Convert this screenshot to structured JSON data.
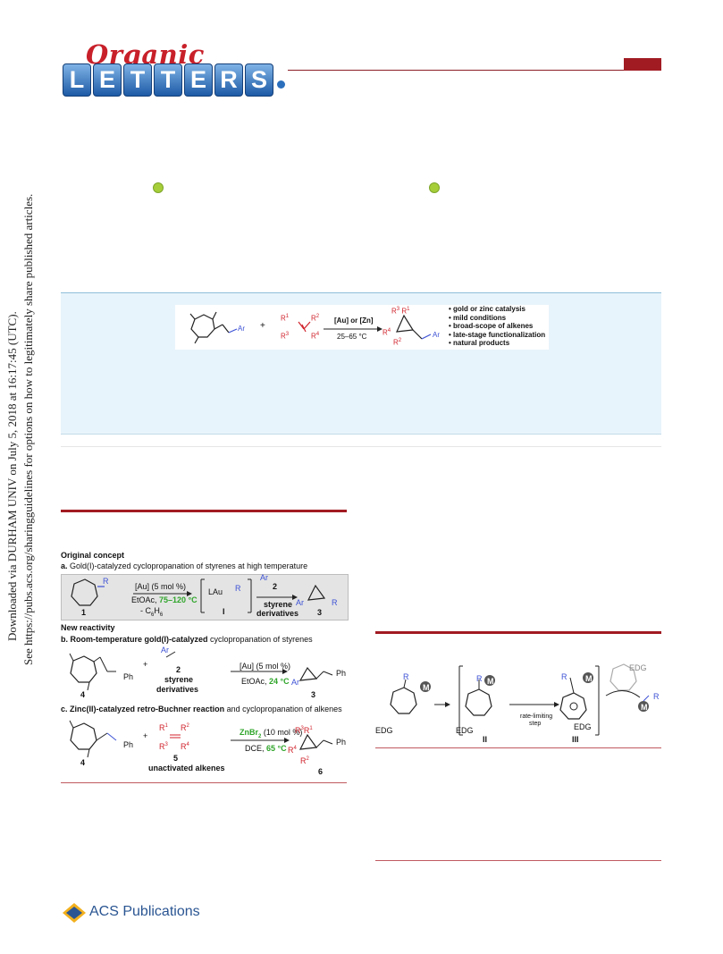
{
  "header": {
    "logo_script": "Organic",
    "logo_letters": [
      "L",
      "E",
      "T",
      "T",
      "E",
      "R",
      "S"
    ]
  },
  "sidebar": {
    "line1": "Downloaded via DURHAM UNIV on July 5, 2018 at 16:17:45 (UTC).",
    "line2": "See https://pubs.acs.org/sharingguidelines for options on how to legitimately share published articles."
  },
  "toc": {
    "conditions_top": "[Au] or [Zn]",
    "conditions_bottom": "25–65 °C",
    "plus": "+",
    "r1": "R",
    "r1s": "1",
    "r2": "R",
    "r2s": "2",
    "r3": "R",
    "r3s": "3",
    "r4": "R",
    "r4s": "4",
    "ar_reactant": "Ar",
    "ar_product": "Ar",
    "bullets": [
      "• gold or zinc catalysis",
      "• mild conditions",
      "• broad-scope of alkenes",
      "• late-stage functionalization",
      "• natural products"
    ]
  },
  "scheme1": {
    "original_concept": "Original concept",
    "a_label": "a.",
    "a_title": "Gold(I)-catalyzed cyclopropanation of styrenes at high temperature",
    "a_cat": "[Au] (5 mol %)",
    "a_solvent": "EtOAc,",
    "a_temp": "75–120 °C",
    "a_loss": "- C",
    "a_loss_sub1": "6",
    "a_loss_mid": "H",
    "a_loss_sub2": "6",
    "a_r": "R",
    "a_num1": "1",
    "a_intermediate": "LAu",
    "a_int_r": "R",
    "a_int_num": "I",
    "a_ar": "Ar",
    "a_num2": "2",
    "a_styrene": "styrene",
    "a_derivatives": "derivatives",
    "a_prod_ar": "Ar",
    "a_prod_r": "R",
    "a_num3": "3",
    "new_reactivity": "New reactivity",
    "b_label": "b.",
    "b_title": "Room-temperature gold(I)-catalyzed",
    "b_title_rest": " cyclopropanation of styrenes",
    "b_cat": "[Au] (5 mol %)",
    "b_solvent": "EtOAc,",
    "b_temp": "24 °C",
    "b_ph": "Ph",
    "b_num4": "4",
    "b_ar": "Ar",
    "b_num2": "2",
    "b_styrene": "styrene",
    "b_derivatives": "derivatives",
    "b_prod_ar": "Ar",
    "b_prod_ph": "Ph",
    "b_num3": "3",
    "c_label": "c.",
    "c_title": "Zinc(II)-catalyzed retro-Buchner reaction",
    "c_title_rest": " and cyclopropanation of alkenes",
    "c_cat_a": "ZnBr",
    "c_cat_sub": "2",
    "c_cat_b": " (10 mol %)",
    "c_solvent": "DCE,",
    "c_temp": "65 °C",
    "c_ph": "Ph",
    "c_num4": "4",
    "c_num5": "5",
    "c_unactivated": "unactivated alkenes",
    "c_num6": "6",
    "c_prod_ph": "Ph"
  },
  "scheme2": {
    "r": "R",
    "m": "M",
    "edg": "EDG",
    "num2": "II",
    "num3": "III",
    "rate1": "rate-limiting",
    "rate2": "step"
  },
  "footer": {
    "publisher": "ACS Publications"
  }
}
